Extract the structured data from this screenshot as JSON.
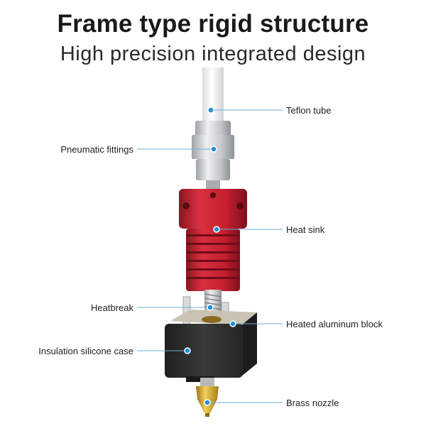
{
  "header": {
    "title": "Frame type rigid structure",
    "subtitle": "High precision integrated design"
  },
  "callouts": {
    "teflon_tube": "Teflon tube",
    "pneumatic_fittings": "Pneumatic fittings",
    "heat_sink": "Heat sink",
    "heatbreak": "Heatbreak",
    "heated_aluminum_block": "Heated aluminum block",
    "insulation_silicone_case": "Insulation silicone case",
    "brass_nozzle": "Brass nozzle"
  },
  "colors": {
    "heat_sink": "#c41f2e",
    "callout_dot": "#1a8fd8",
    "callout_line": "#6aaed6",
    "silicone_case": "#2c2c2c",
    "brass": "#d4a72c"
  }
}
